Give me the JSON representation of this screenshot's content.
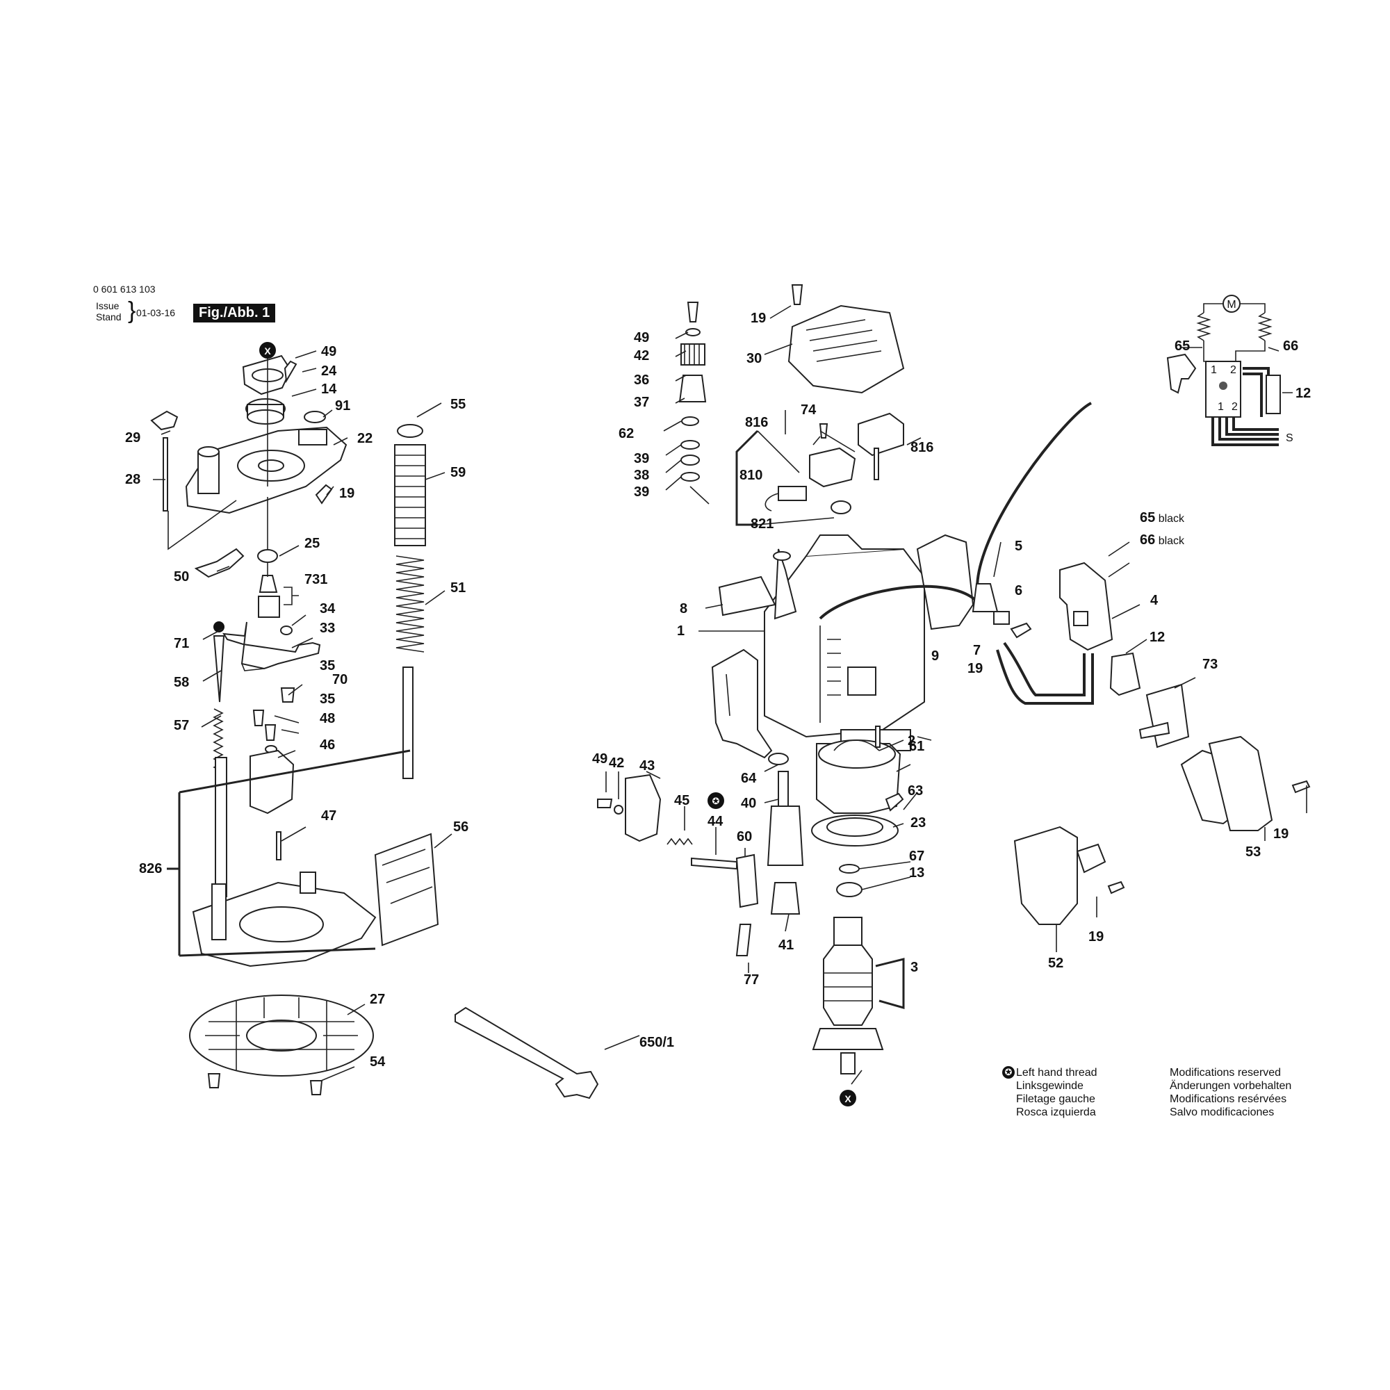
{
  "header": {
    "doc_number": "0 601 613 103",
    "issue_label": "Issue",
    "stand_label": "Stand",
    "date": "01-03-16",
    "figure_badge": "Fig./Abb. 1"
  },
  "wire_labels": {
    "w65_number": "65",
    "w65_color": "black",
    "w66_number": "66",
    "w66_color": "black"
  },
  "legend": {
    "left_hand_thread": [
      "Left hand thread",
      "Linksgewinde",
      "Filetage gauche",
      "Rosca izquierda"
    ],
    "modifications": [
      "Modifications reserved",
      "Änderungen vorbehalten",
      "Modifications resérvées",
      "Salvo modificaciones"
    ]
  },
  "markers": {
    "x_marker": "X",
    "motor": "M",
    "switch_terminals": [
      "1",
      "2",
      "1",
      "2"
    ],
    "cord_end": "S"
  },
  "callouts": [
    "49",
    "24",
    "14",
    "91",
    "29",
    "22",
    "28",
    "19",
    "25",
    "50",
    "731",
    "34",
    "71",
    "33",
    "58",
    "35",
    "70",
    "35",
    "48",
    "57",
    "46",
    "47",
    "826",
    "55",
    "59",
    "51",
    "56",
    "27",
    "54",
    "19",
    "30",
    "49",
    "42",
    "36",
    "37",
    "816",
    "74",
    "62",
    "39",
    "38",
    "39",
    "810",
    "816",
    "821",
    "5",
    "8",
    "6",
    "1",
    "7",
    "19",
    "9",
    "61",
    "2",
    "64",
    "63",
    "40",
    "23",
    "49",
    "42",
    "43",
    "45",
    "44",
    "60",
    "67",
    "13",
    "41",
    "77",
    "3",
    "650/1",
    "65",
    "66",
    "12",
    "65",
    "66",
    "4",
    "12",
    "73",
    "53",
    "19",
    "52",
    "19"
  ]
}
